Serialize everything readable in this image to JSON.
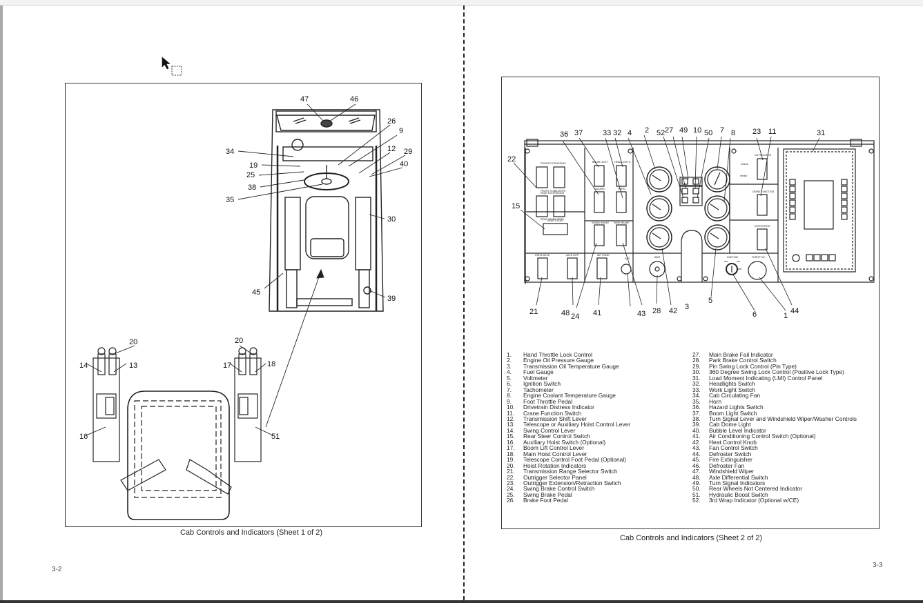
{
  "viewer": {
    "cursor_icon": "arrow-cursor-with-drag-box"
  },
  "left_page": {
    "page_number": "3-2",
    "caption": "Cab Controls and Indicators (Sheet 1 of 2)",
    "cab_callouts": [
      "47",
      "46",
      "26",
      "9",
      "34",
      "12",
      "29",
      "19",
      "40",
      "25",
      "38",
      "35",
      "30",
      "45",
      "39"
    ],
    "armrest_callouts": [
      "20",
      "14",
      "13",
      "16",
      "20",
      "17",
      "18",
      "51"
    ]
  },
  "right_page": {
    "page_number": "3-3",
    "caption": "Cab Controls and Indicators (Sheet 2 of 2)",
    "top_callouts": [
      "36",
      "37",
      "33",
      "32",
      "4",
      "2",
      "52",
      "27",
      "49",
      "10",
      "50",
      "7",
      "8",
      "23",
      "11",
      "31"
    ],
    "side_callouts": [
      "22",
      "15"
    ],
    "bottom_callouts": [
      "21",
      "48",
      "24",
      "41",
      "43",
      "28",
      "42",
      "3",
      "5",
      "6",
      "1",
      "44"
    ],
    "panel_labels": {
      "front_extensions": "FRONT EXTENSIONS",
      "front_stabilizers": "FRONT STABILIZERS",
      "rear_extensions": "REAR EXTENSIONS",
      "rear_stabilizers": "REAR STABILIZERS",
      "rear_steer": "REAR STEER",
      "boom_light": "BOOM LIGHT",
      "headlights": "HEADLIGHTS",
      "hazard": "HAZARD",
      "horn": "HORN",
      "swing_brake": "SWING BRAKE",
      "park_brake": "PARK BRAKE",
      "drive_axle": "DRIVE AXLE",
      "axle_diff": "AXLE DIFF",
      "air_cond": "AIR COND",
      "fan": "FAN",
      "heat": "HEAT",
      "ignition": "IGNITION",
      "throttle": "THROTTLE",
      "outriggers": "OUTRIGGERS",
      "extend": "extend",
      "retract": "retract",
      "crane_function": "CRANE FUNCTION",
      "defroster": "DEFROSTER",
      "on": "on",
      "off": "off",
      "hi": "hi",
      "lo": "lo",
      "low": "low",
      "med": "med",
      "start": "start",
      "run": "run",
      "acc": "acc"
    },
    "legend_left": [
      {
        "num": "1.",
        "text": "Hand Throttle Lock Control"
      },
      {
        "num": "2.",
        "text": "Engine Oil Pressure Gauge"
      },
      {
        "num": "3.",
        "text": "Transmission Oil Temperature Gauge"
      },
      {
        "num": "4.",
        "text": "Fuel Gauge"
      },
      {
        "num": "5.",
        "text": "Voltmeter"
      },
      {
        "num": "6.",
        "text": "Ignition Switch"
      },
      {
        "num": "7.",
        "text": "Tachometer"
      },
      {
        "num": "8.",
        "text": "Engine Coolant Temperature Gauge"
      },
      {
        "num": "9.",
        "text": "Foot Throttle Pedal"
      },
      {
        "num": "10.",
        "text": "Drivetrain Distress Indicator"
      },
      {
        "num": "11.",
        "text": "Crane Function Switch"
      },
      {
        "num": "12.",
        "text": "Transmission Shift Lever"
      },
      {
        "num": "13.",
        "text": "Telescope or Auxiliary Hoist Control Lever"
      },
      {
        "num": "14.",
        "text": "Swing Control Lever"
      },
      {
        "num": "15.",
        "text": "Rear Steer Control Switch"
      },
      {
        "num": "16.",
        "text": "Auxiliary Hoist Switch (Optional)"
      },
      {
        "num": "17.",
        "text": "Boom Lift Control Lever"
      },
      {
        "num": "18.",
        "text": "Main Hoist Control Lever"
      },
      {
        "num": "19.",
        "text": "Telescope Control Foot Pedal (Optional)"
      },
      {
        "num": "20.",
        "text": "Hoist Rotation Indicators"
      },
      {
        "num": "21.",
        "text": "Transmission Range Selector Switch"
      },
      {
        "num": "22.",
        "text": "Outrigger Selector Panel"
      },
      {
        "num": "23.",
        "text": "Outrigger Extension/Retraction Switch"
      },
      {
        "num": "24.",
        "text": "Swing Brake Control Switch"
      },
      {
        "num": "25.",
        "text": "Swing Brake Pedal"
      },
      {
        "num": "26.",
        "text": "Brake Foot Pedal"
      }
    ],
    "legend_right": [
      {
        "num": "27.",
        "text": "Main Brake Fail Indicator"
      },
      {
        "num": "28.",
        "text": "Park Brake Control Switch"
      },
      {
        "num": "29.",
        "text": "Pin Swing Lock Control (Pin Type)"
      },
      {
        "num": "30.",
        "text": "360 Degree Swing Lock Control (Positive Lock Type)"
      },
      {
        "num": "31.",
        "text": "Load Moment Indicating (LMI) Control Panel"
      },
      {
        "num": "32.",
        "text": "Headlights Switch"
      },
      {
        "num": "33.",
        "text": "Work Light Switch"
      },
      {
        "num": "34.",
        "text": "Cab Circulating Fan"
      },
      {
        "num": "35.",
        "text": "Horn"
      },
      {
        "num": "36.",
        "text": "Hazard Lights Switch"
      },
      {
        "num": "37.",
        "text": "Boom Light Switch"
      },
      {
        "num": "38.",
        "text": "Turn Signal Lever and Windshield Wiper/Washer Controls"
      },
      {
        "num": "39.",
        "text": "Cab Dome Light"
      },
      {
        "num": "40.",
        "text": "Bubble Level Indicator"
      },
      {
        "num": "41.",
        "text": "Air Conditioning Control Switch (Optional)"
      },
      {
        "num": "42.",
        "text": "Heat Control Knob"
      },
      {
        "num": "43.",
        "text": "Fan Control Switch"
      },
      {
        "num": "44.",
        "text": "Defroster Switch"
      },
      {
        "num": "45.",
        "text": "Fire Extinguisher"
      },
      {
        "num": "46.",
        "text": "Defroster Fan"
      },
      {
        "num": "47.",
        "text": "Windshield Wiper"
      },
      {
        "num": "48.",
        "text": "Axle Differential Switch"
      },
      {
        "num": "49.",
        "text": "Turn Signal Indicators"
      },
      {
        "num": "50.",
        "text": "Rear Wheels Not Centered Indicator"
      },
      {
        "num": "51.",
        "text": "Hydraulic Boost Switch"
      },
      {
        "num": "52.",
        "text": "3rd Wrap Indicator (Optional w/CE)"
      }
    ]
  }
}
